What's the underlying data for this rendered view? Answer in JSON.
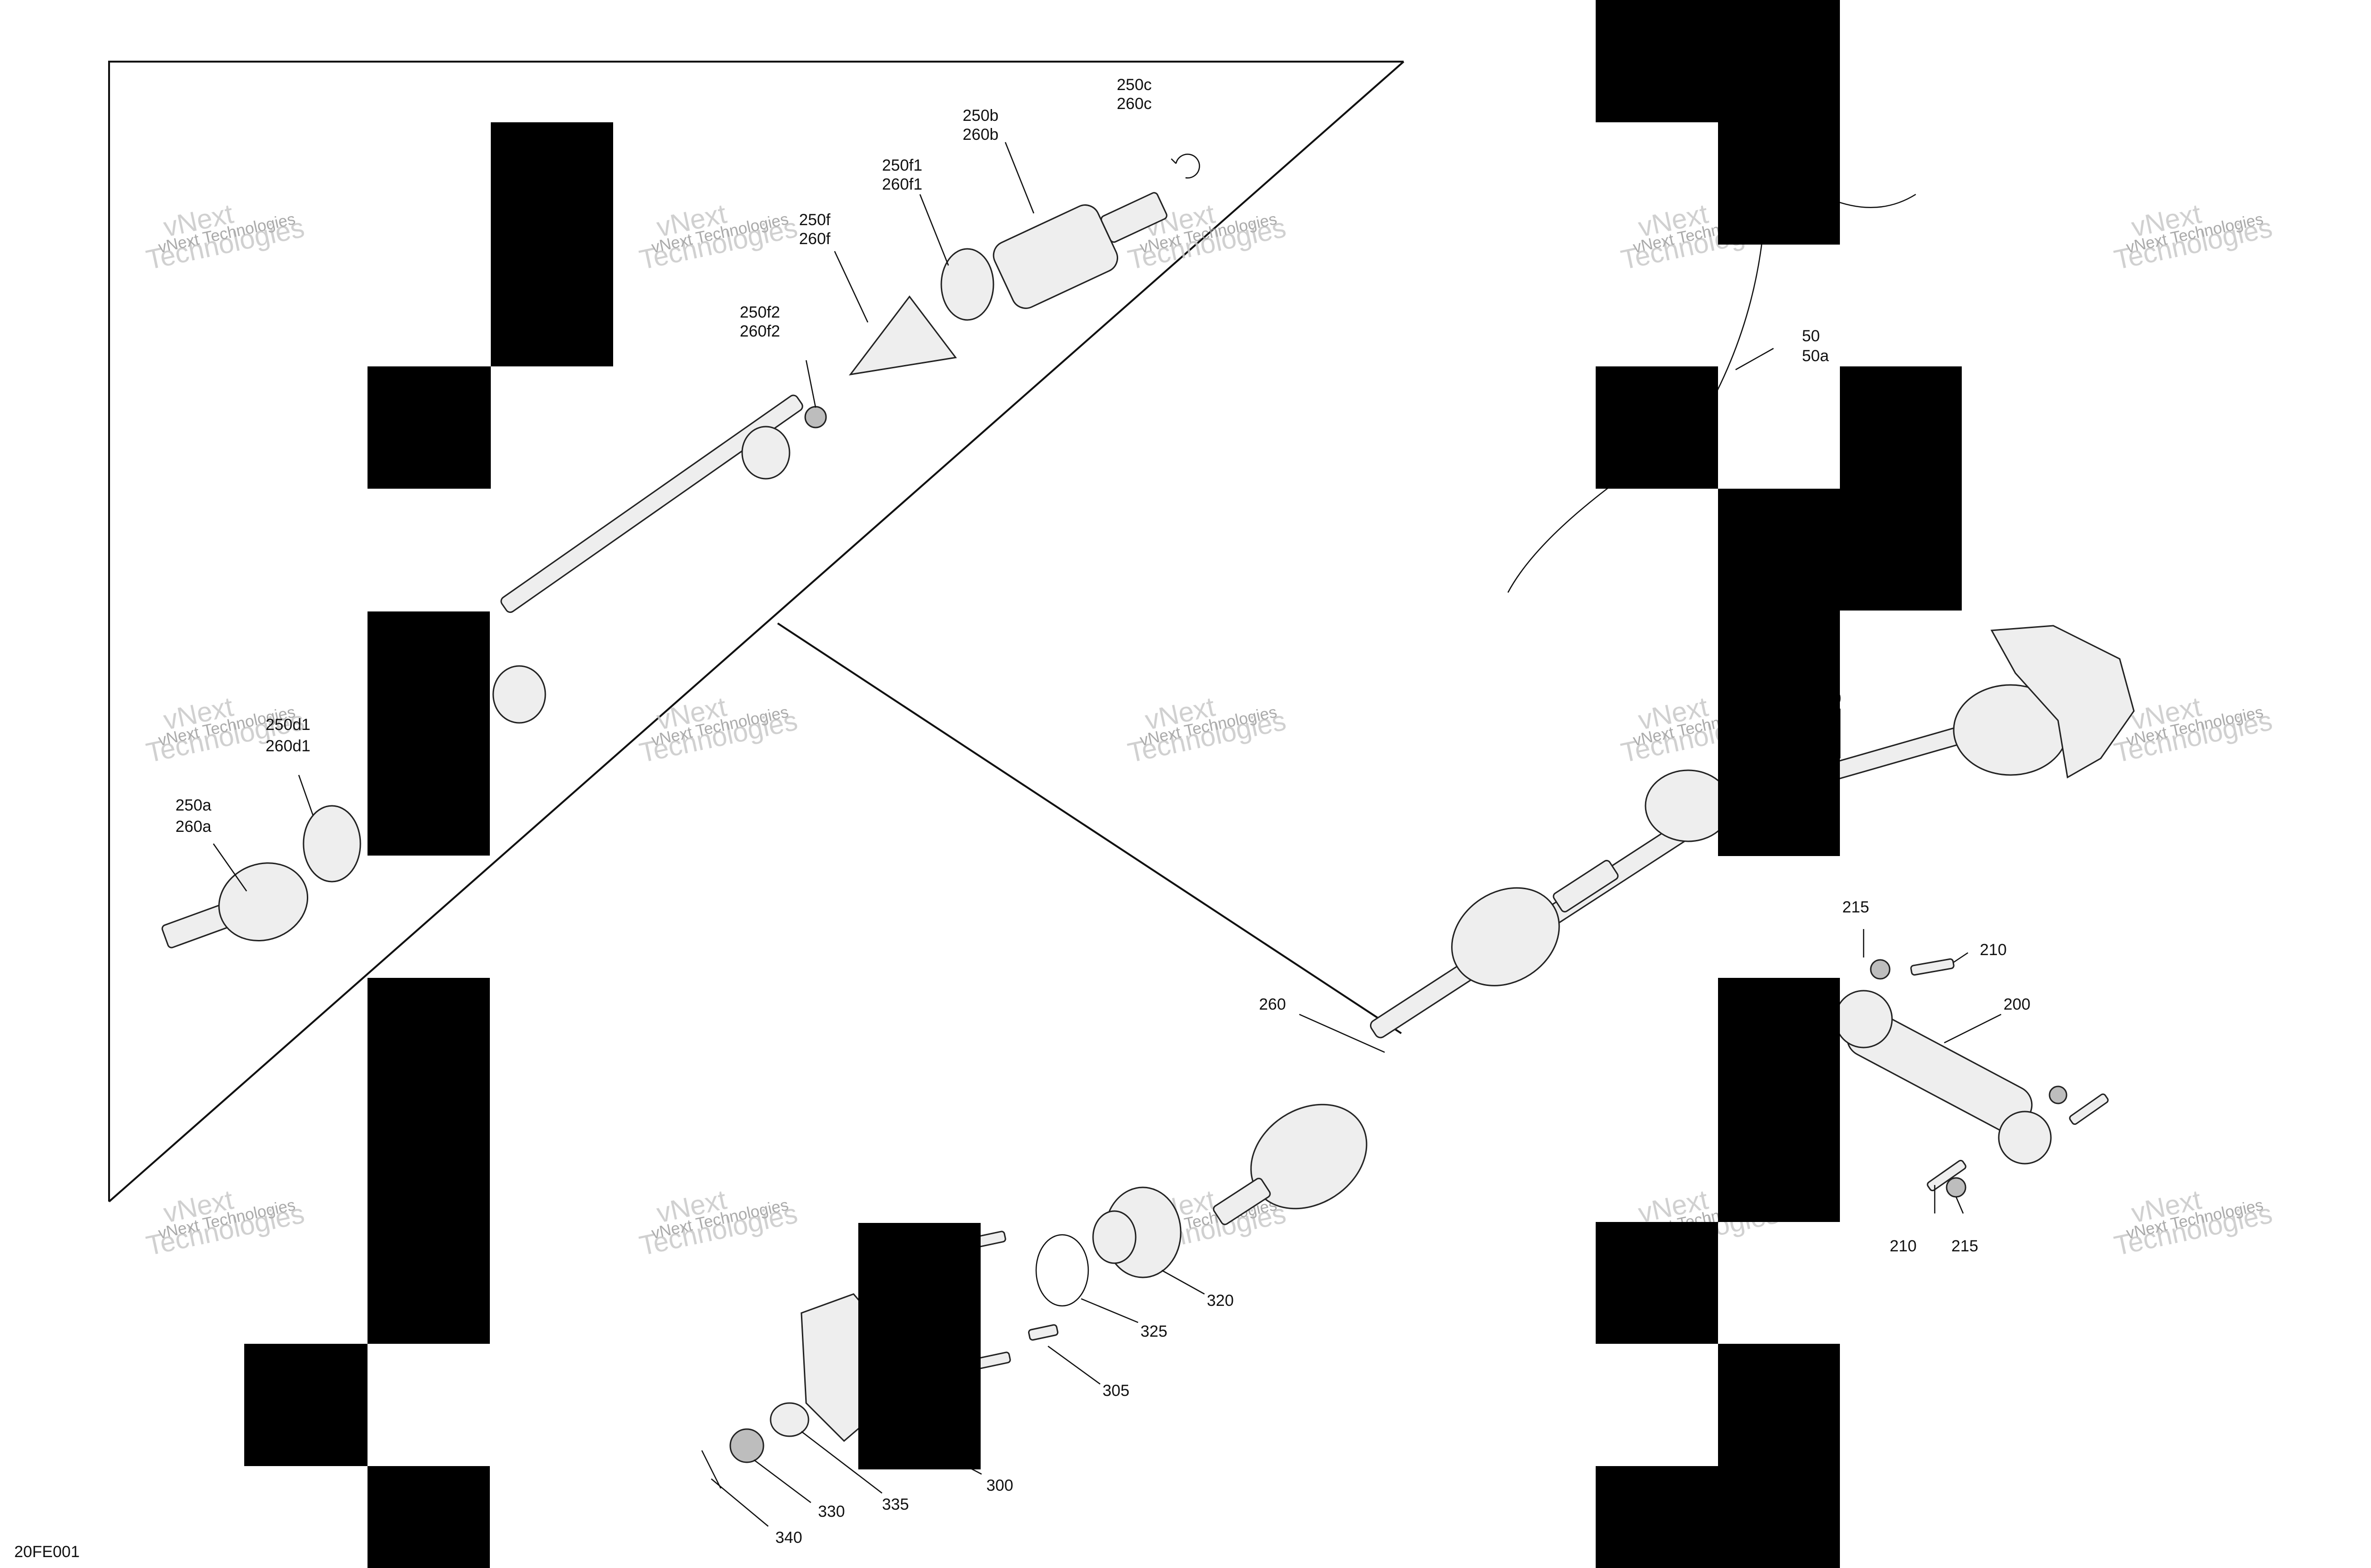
{
  "diagram_code": "20FE001",
  "watermark": {
    "line1": "vNext Technologies",
    "line2": "vNext",
    "line3": "Technologies"
  },
  "callouts": {
    "c250c": {
      "a": "250c",
      "b": "260c"
    },
    "c250b": {
      "a": "250b",
      "b": "260b"
    },
    "c250f1": {
      "a": "250f1",
      "b": "260f1"
    },
    "c250f": {
      "a": "250f",
      "b": "260f"
    },
    "c250f2": {
      "a": "250f2",
      "b": "260f2"
    },
    "c250d1": {
      "a": "250d1",
      "b": "260d1"
    },
    "c250a": {
      "a": "250a",
      "b": "260a"
    },
    "c50": {
      "a": "50",
      "b": "50a"
    },
    "c50b": "50",
    "c260": "260",
    "c215a": "215",
    "c210a": "210",
    "c200": "200",
    "c210b": "210",
    "c215b": "215",
    "c320": "320",
    "c325": "325",
    "c305": "305",
    "c300": "300",
    "c335": "335",
    "c330": "330",
    "c340": "340"
  }
}
